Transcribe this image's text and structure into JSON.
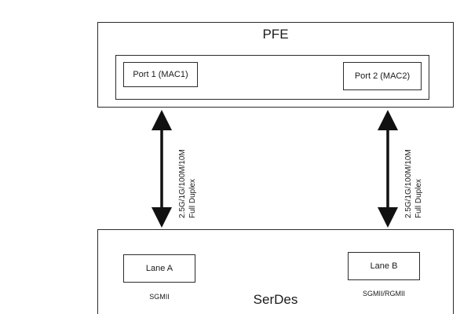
{
  "pfe": {
    "title": "PFE",
    "ports": [
      {
        "label": "Port 1 (MAC1)"
      },
      {
        "label": "Port 2 (MAC2)"
      }
    ]
  },
  "serdes": {
    "title": "SerDes",
    "lanes": [
      {
        "label": "Lane A",
        "interface": "SGMII"
      },
      {
        "label": "Lane B",
        "interface": "SGMII/RGMII"
      }
    ]
  },
  "links": [
    {
      "speed": "2.5G/1G/100M/10M",
      "duplex": "Full Duplex"
    },
    {
      "speed": "2.5G/1G/100M/10M",
      "duplex": "Full Duplex"
    }
  ],
  "colors": {
    "stroke": "#2b2b2b",
    "arrow": "#111111",
    "background": "#ffffff"
  }
}
